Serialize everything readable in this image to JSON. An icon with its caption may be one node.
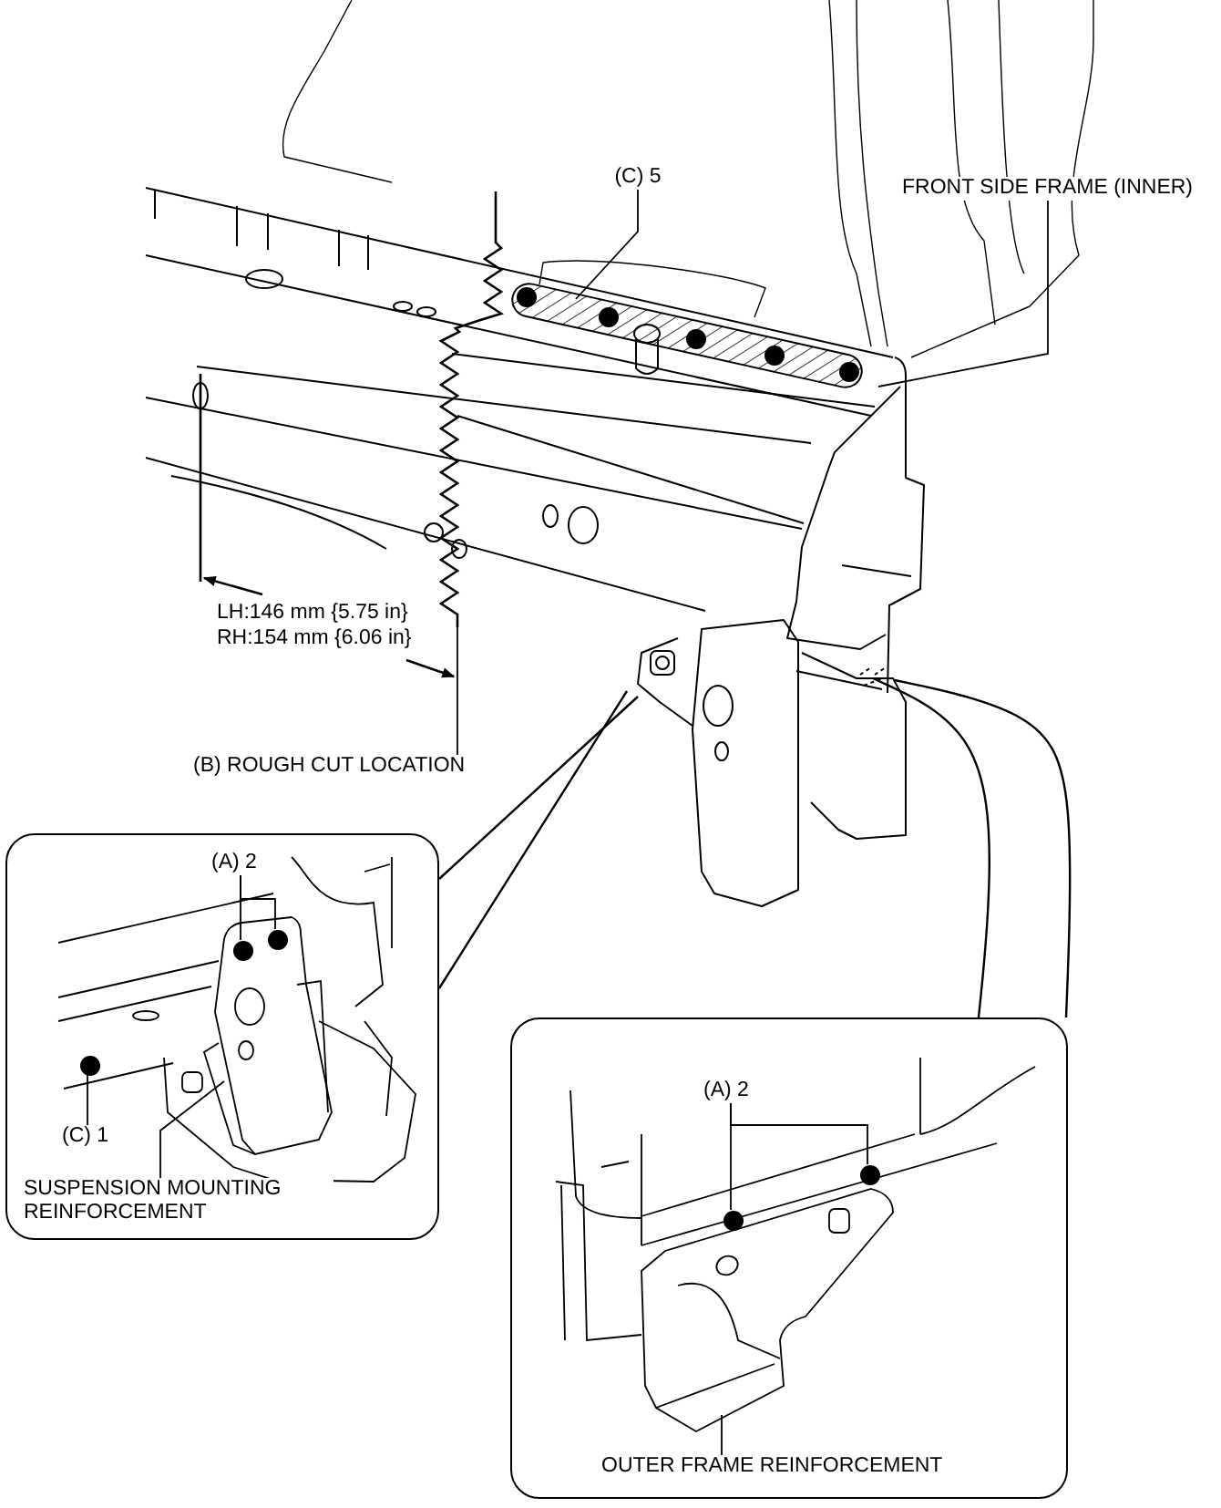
{
  "diagram": {
    "nodes": [
      {
        "text": [
          "(C) 5"
        ]
      },
      {
        "text": [
          "FRONT SIDE FRAME (INNER)"
        ]
      },
      {
        "text": [
          "(B) ROUGH CUT LOCATION"
        ]
      },
      {
        "text": [],
        "shape": "box"
      },
      {
        "text": [
          "(A) 2"
        ],
        "in": 3
      },
      {
        "text": [
          "(C) 1"
        ],
        "in": 3
      },
      {
        "text": [
          "SUSPENSION MOUNTING REINFORCEMENT"
        ],
        "in": 3
      },
      {
        "text": [],
        "shape": "box"
      },
      {
        "text": [
          "(A) 2"
        ],
        "in": 7
      },
      {
        "text": [
          "OUTER FRAME REINFORCEMENT"
        ],
        "in": 7
      },
      {
        "text": [],
        "shape": "circle",
        "in": 3
      },
      {
        "text": [],
        "shape": "circle",
        "in": 3
      },
      {
        "text": [],
        "shape": "circle",
        "in": 3
      },
      {
        "text": [],
        "shape": "circle",
        "in": 7
      },
      {
        "text": [],
        "shape": "circle",
        "in": 7
      }
    ],
    "edges": [
      {
        "from": 0,
        "to": null,
        "arrow": "none"
      },
      {
        "from": 1,
        "to": null,
        "arrow": "none"
      },
      {
        "from": 2,
        "to": null,
        "arrow": "none"
      },
      {
        "from": 3,
        "to": null,
        "arrow": "none"
      },
      {
        "from": 3,
        "to": null,
        "arrow": "none"
      },
      {
        "from": 4,
        "to": 10,
        "arrow": "none"
      },
      {
        "from": 4,
        "to": 11,
        "arrow": "none"
      },
      {
        "from": 5,
        "to": 12,
        "arrow": "none"
      },
      {
        "from": 6,
        "to": null,
        "arrow": "none"
      },
      {
        "from": 7,
        "to": null,
        "arrow": "none"
      },
      {
        "from": 7,
        "to": null,
        "arrow": "none"
      },
      {
        "from": 8,
        "to": 13,
        "arrow": "none"
      },
      {
        "from": 8,
        "to": 14,
        "arrow": "none"
      },
      {
        "from": 9,
        "to": null,
        "arrow": "none"
      }
    ],
    "labels": [
      "LH:146 mm {5.75 in}",
      "RH:154 mm {6.06 in}"
    ]
  }
}
